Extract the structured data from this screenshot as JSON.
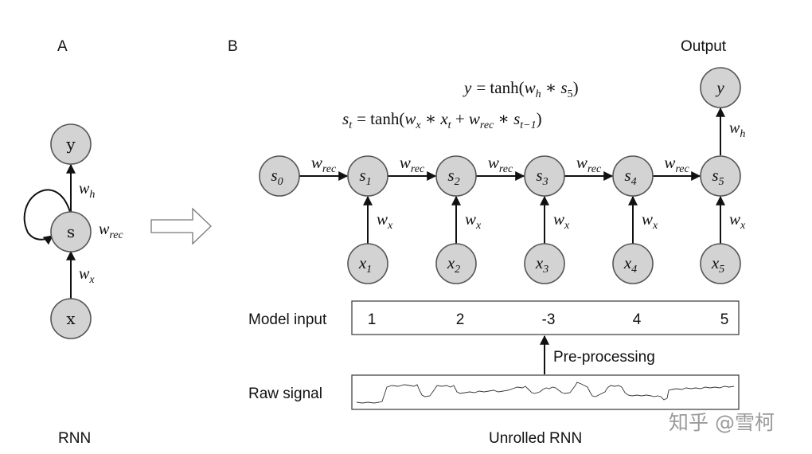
{
  "panel_a": {
    "letter": "A",
    "caption": "RNN",
    "nodes": {
      "output": "y",
      "state": "s",
      "input": "x"
    },
    "weights": {
      "output": "h",
      "recurrent": "rec",
      "input": "x"
    }
  },
  "panel_b": {
    "letter": "B",
    "caption": "Unrolled RNN",
    "output_label": "Output",
    "output_node": "y",
    "output_weight_sub": "h",
    "equation_output": {
      "lhs": "y",
      "eq": "= tanh(",
      "w": "w",
      "w_sub": "h",
      "op": " ∗ ",
      "s": "s",
      "s_sub": "5",
      "close": ")"
    },
    "equation_state": {
      "lhs": "s",
      "lhs_sub": "t",
      "eq": "= tanh(",
      "wx": "w",
      "wx_sub": "x",
      "op1": " ∗ ",
      "x": "x",
      "x_sub": "t",
      "plus": " + ",
      "wr": "w",
      "wr_sub": "rec",
      "op2": " ∗ ",
      "s": "s",
      "s_sub": "t−1",
      "close": ")"
    },
    "state_nodes": [
      "0",
      "1",
      "2",
      "3",
      "4",
      "5"
    ],
    "input_nodes": [
      "1",
      "2",
      "3",
      "4",
      "5"
    ],
    "recurrent_weight_sub": "rec",
    "input_weight_sub": "x",
    "model_input_label": "Model input",
    "model_input_values": [
      "1",
      "2",
      "-3",
      "4",
      "5"
    ],
    "preprocessing_label": "Pre-processing",
    "raw_signal_label": "Raw signal"
  },
  "watermark": "知乎 @雪柯"
}
